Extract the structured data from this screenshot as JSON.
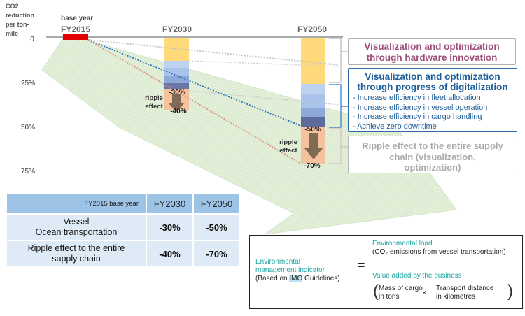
{
  "yaxis": {
    "title_lines": [
      "CO2",
      "reduction",
      "per ton-",
      "mile"
    ],
    "ticks": [
      "0",
      "25%",
      "50%",
      "75%"
    ]
  },
  "years": {
    "base_label": "base year",
    "base": "FY2015",
    "mid": "FY2030",
    "end": "FY2050"
  },
  "points": {
    "fy2030_digital": "-30%",
    "fy2030_ripple": "-40%",
    "fy2050_digital": "-50%",
    "fy2050_ripple": "-70%"
  },
  "ripple_label_lines": [
    "ripple",
    "effect"
  ],
  "boxes": {
    "hardware_lines": [
      "Visualization and optimization",
      "through hardware innovation"
    ],
    "digital_title_lines": [
      "Visualization and optimization",
      "through progress of digitalization"
    ],
    "digital_items": [
      "- Increase efficiency in fleet allocation",
      "- Increase efficiency in vessel operation",
      "- Increase efficiency in cargo handling",
      "- Achieve zero downtime"
    ],
    "ripple_lines": [
      "Ripple effect to the entire supply",
      "chain (visualization,",
      "optimization)"
    ]
  },
  "table": {
    "header": [
      "FY2015 base year",
      "FY2030",
      "FY2050"
    ],
    "rows": [
      {
        "label_lines": [
          "Vessel",
          "Ocean transportation"
        ],
        "v2030": "-30%",
        "v2050": "-50%"
      },
      {
        "label_lines": [
          "Ripple effect to the entire",
          "supply chain"
        ],
        "v2030": "-40%",
        "v2050": "-70%"
      }
    ]
  },
  "formula": {
    "indicator_line1": "Environmental",
    "indicator_line2": "management indicator",
    "basis_prefix": "(Based on ",
    "basis_highlight": "IMO",
    "basis_suffix": " Guidelines)",
    "equals": "=",
    "numerator_title": "Environmental load",
    "numerator_detail": "(CO₂ emissions from vessel transportation)",
    "denominator_title": "Value added by the business",
    "term1_line1": "Mass of cargo",
    "term1_line2": "in tons",
    "times": "×",
    "term2_line1": "Transport distance",
    "term2_line2": "in kilometres"
  },
  "colors": {
    "hardware_yellow": "#ffd97a",
    "digital_blue": "#9db9e6",
    "digital_navy": "#4f5f8f",
    "ripple_orange": "#f4b084",
    "arrow_brown": "#7f6a55",
    "base_red": "#e00000",
    "green_arrow": "#e2efd9",
    "dotted_blue": "#2e75b6",
    "dotted_pink": "#d99694",
    "hardware_text": "#9d4f7a",
    "digital_text": "#1f5f99",
    "ripple_text": "#aaaaaa",
    "table_header": "#9dc3e6",
    "table_body": "#deebf7",
    "formula_teal": "#1aa4a0"
  }
}
